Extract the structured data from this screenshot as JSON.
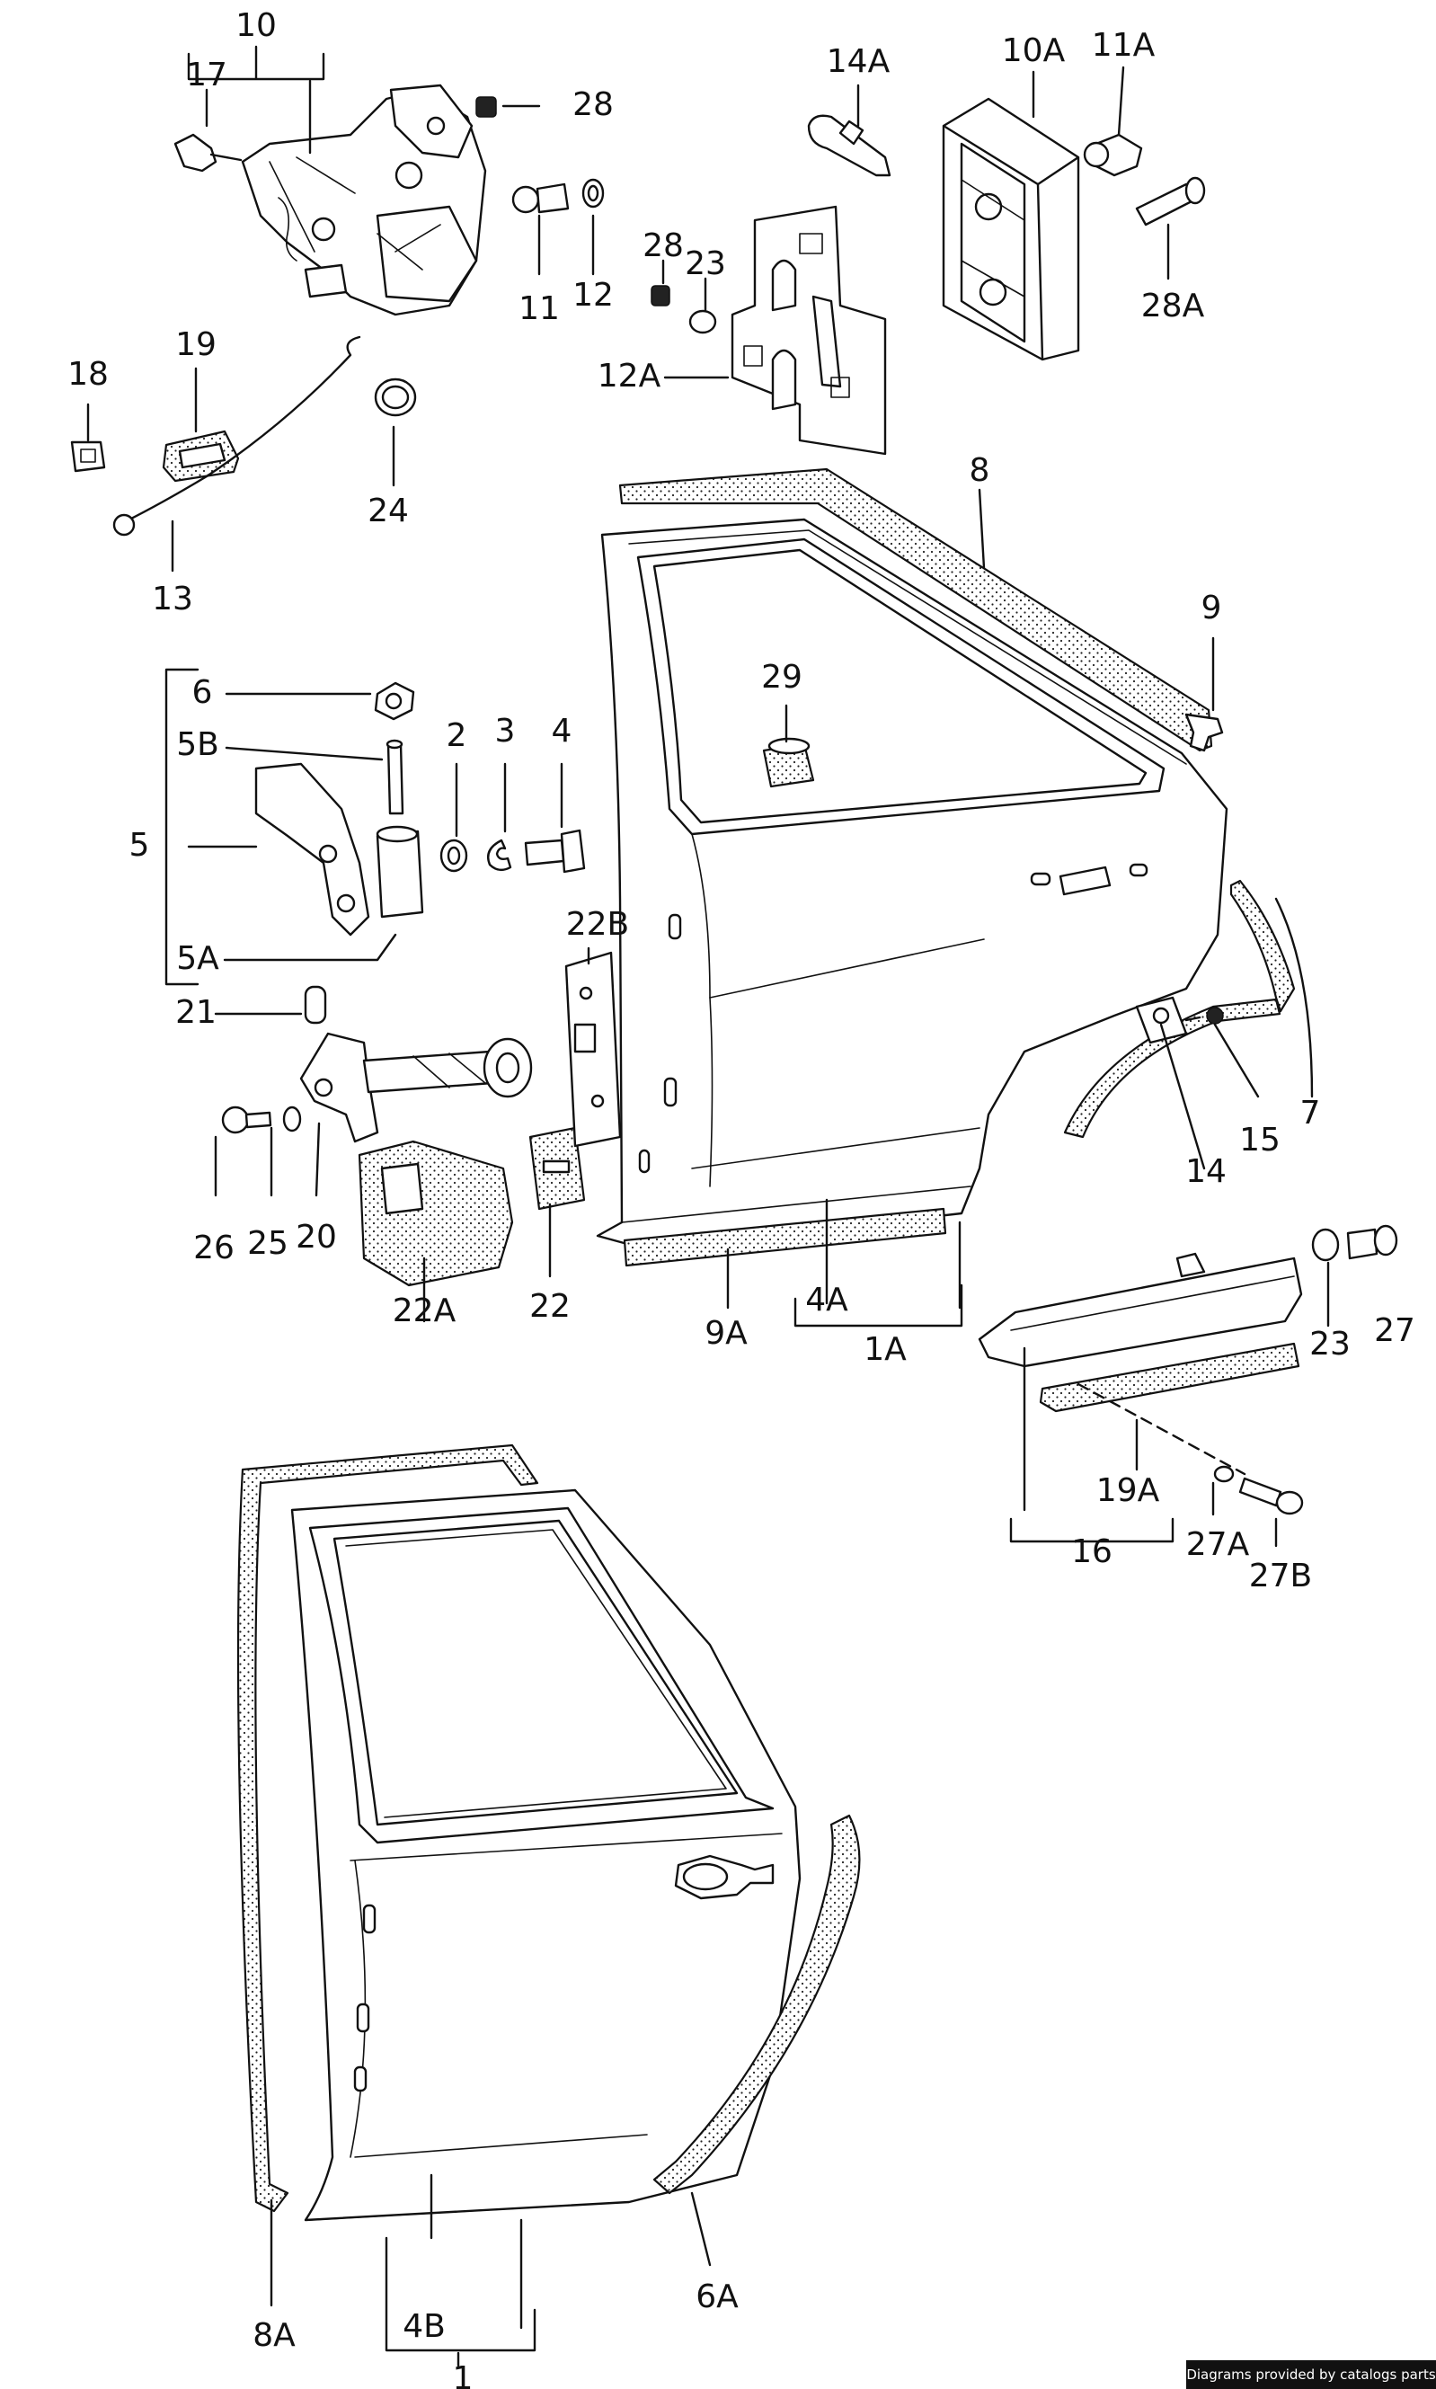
{
  "callouts": [
    {
      "id": "10",
      "text": "10"
    },
    {
      "id": "17",
      "text": "17"
    },
    {
      "id": "28",
      "text": "28"
    },
    {
      "id": "11",
      "text": "11"
    },
    {
      "id": "12",
      "text": "12"
    },
    {
      "id": "14A",
      "text": "14A"
    },
    {
      "id": "10A",
      "text": "10A"
    },
    {
      "id": "11A",
      "text": "11A"
    },
    {
      "id": "28A",
      "text": "28A"
    },
    {
      "id": "28b",
      "text": "28"
    },
    {
      "id": "23",
      "text": "23"
    },
    {
      "id": "12A",
      "text": "12A"
    },
    {
      "id": "18",
      "text": "18"
    },
    {
      "id": "19",
      "text": "19"
    },
    {
      "id": "24",
      "text": "24"
    },
    {
      "id": "13",
      "text": "13"
    },
    {
      "id": "8",
      "text": "8"
    },
    {
      "id": "9",
      "text": "9"
    },
    {
      "id": "29",
      "text": "29"
    },
    {
      "id": "6",
      "text": "6"
    },
    {
      "id": "5B",
      "text": "5B"
    },
    {
      "id": "2",
      "text": "2"
    },
    {
      "id": "3",
      "text": "3"
    },
    {
      "id": "4",
      "text": "4"
    },
    {
      "id": "5",
      "text": "5"
    },
    {
      "id": "5A",
      "text": "5A"
    },
    {
      "id": "22B",
      "text": "22B"
    },
    {
      "id": "7",
      "text": "7"
    },
    {
      "id": "21",
      "text": "21"
    },
    {
      "id": "14",
      "text": "14"
    },
    {
      "id": "15",
      "text": "15"
    },
    {
      "id": "26",
      "text": "26"
    },
    {
      "id": "25",
      "text": "25"
    },
    {
      "id": "20",
      "text": "20"
    },
    {
      "id": "22A",
      "text": "22A"
    },
    {
      "id": "22",
      "text": "22"
    },
    {
      "id": "9A",
      "text": "9A"
    },
    {
      "id": "4A",
      "text": "4A"
    },
    {
      "id": "1A",
      "text": "1A"
    },
    {
      "id": "23b",
      "text": "23"
    },
    {
      "id": "27",
      "text": "27"
    },
    {
      "id": "19A",
      "text": "19A"
    },
    {
      "id": "16",
      "text": "16"
    },
    {
      "id": "27A",
      "text": "27A"
    },
    {
      "id": "27B",
      "text": "27B"
    },
    {
      "id": "8A",
      "text": "8A"
    },
    {
      "id": "4B",
      "text": "4B"
    },
    {
      "id": "6A",
      "text": "6A"
    },
    {
      "id": "1",
      "text": "1"
    }
  ],
  "credit": "Diagrams provided by catalogs parts"
}
